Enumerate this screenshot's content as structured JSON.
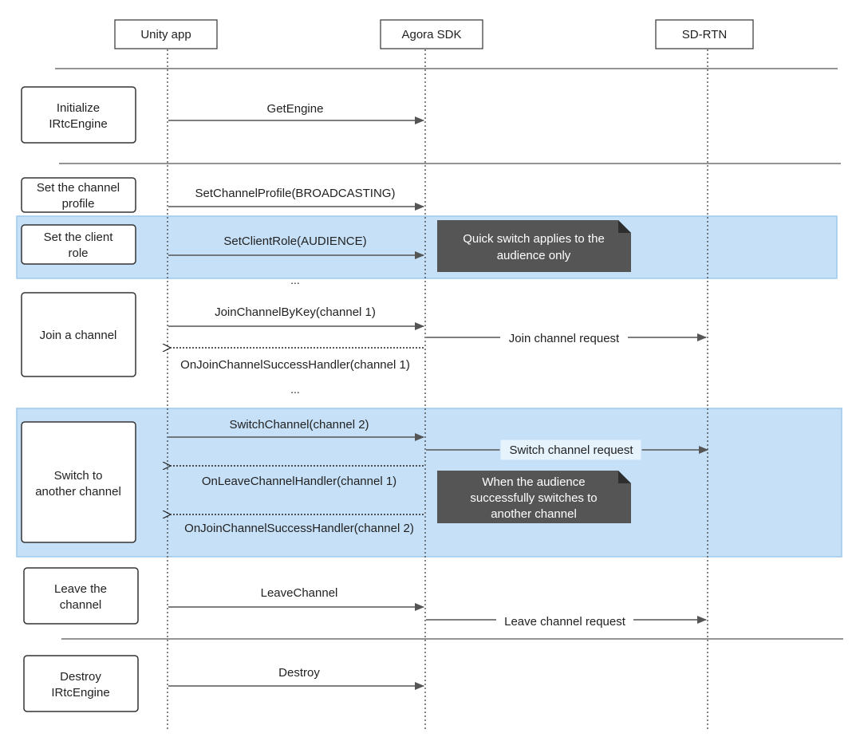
{
  "participants": {
    "unity": "Unity app",
    "sdk": "Agora SDK",
    "sdrtn": "SD-RTN"
  },
  "colors": {
    "highlight_fill": "#c6e0f7",
    "highlight_border": "#9ec9ee",
    "note_fill": "#555555",
    "note_text": "#ffffff",
    "line": "#555555",
    "text": "#222222"
  },
  "steps": {
    "init": {
      "line1": "Initialize",
      "line2": "IRtcEngine"
    },
    "profile": {
      "line1": "Set the channel",
      "line2": "profile"
    },
    "role": {
      "line1": "Set the client",
      "line2": "role"
    },
    "join": {
      "line1": "Join a channel"
    },
    "switch": {
      "line1": "Switch to",
      "line2": "another channel"
    },
    "leave": {
      "line1": "Leave the",
      "line2": "channel"
    },
    "destroy": {
      "line1": "Destroy",
      "line2": "IRtcEngine"
    }
  },
  "messages": {
    "get_engine": "GetEngine",
    "set_profile": "SetChannelProfile(BROADCASTING)",
    "set_role": "SetClientRole(AUDIENCE)",
    "ellipsis_1": "...",
    "join_key": "JoinChannelByKey(channel 1)",
    "join_request": "Join channel request",
    "join_success_1": "OnJoinChannelSuccessHandler(channel 1)",
    "ellipsis_2": "...",
    "switch_channel": "SwitchChannel(channel 2)",
    "switch_request": "Switch channel request",
    "leave_handler": "OnLeaveChannelHandler(channel 1)",
    "join_success_2": "OnJoinChannelSuccessHandler(channel 2)",
    "leave_channel": "LeaveChannel",
    "leave_request": "Leave channel request",
    "destroy": "Destroy"
  },
  "notes": {
    "quick_switch": {
      "line1": "Quick switch applies to the",
      "line2": "audience only"
    },
    "switched": {
      "line1": "When the audience",
      "line2": "successfully switches to",
      "line3": "another channel"
    }
  }
}
